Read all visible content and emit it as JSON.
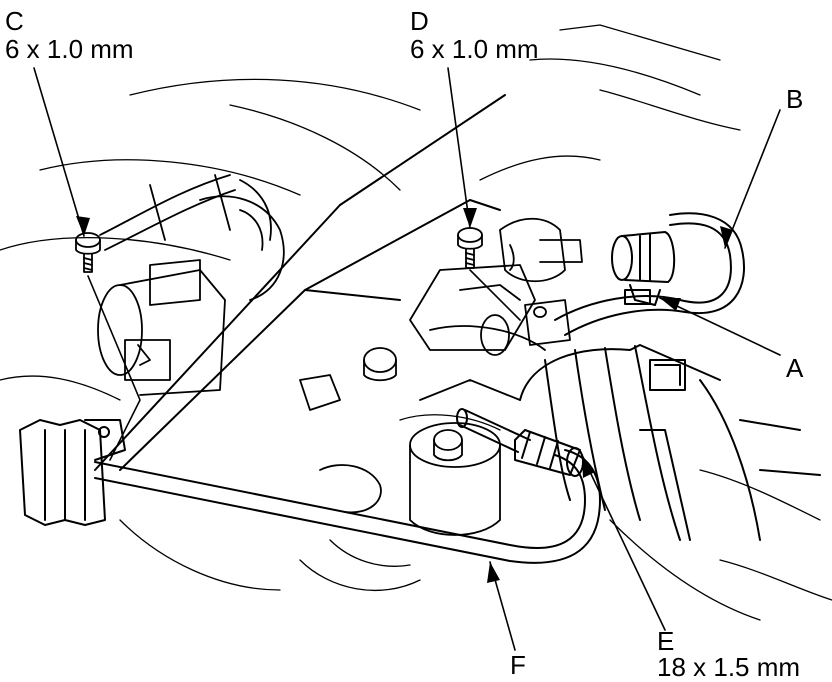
{
  "callouts": {
    "c": {
      "letter": "C",
      "spec": "6 x 1.0 mm"
    },
    "d": {
      "letter": "D",
      "spec": "6 x 1.0 mm"
    },
    "b": {
      "letter": "B"
    },
    "a": {
      "letter": "A"
    },
    "e": {
      "letter": "E",
      "spec": "18 x 1.5 mm"
    },
    "f": {
      "letter": "F"
    }
  },
  "colors": {
    "line": "#000000",
    "background": "#ffffff"
  }
}
